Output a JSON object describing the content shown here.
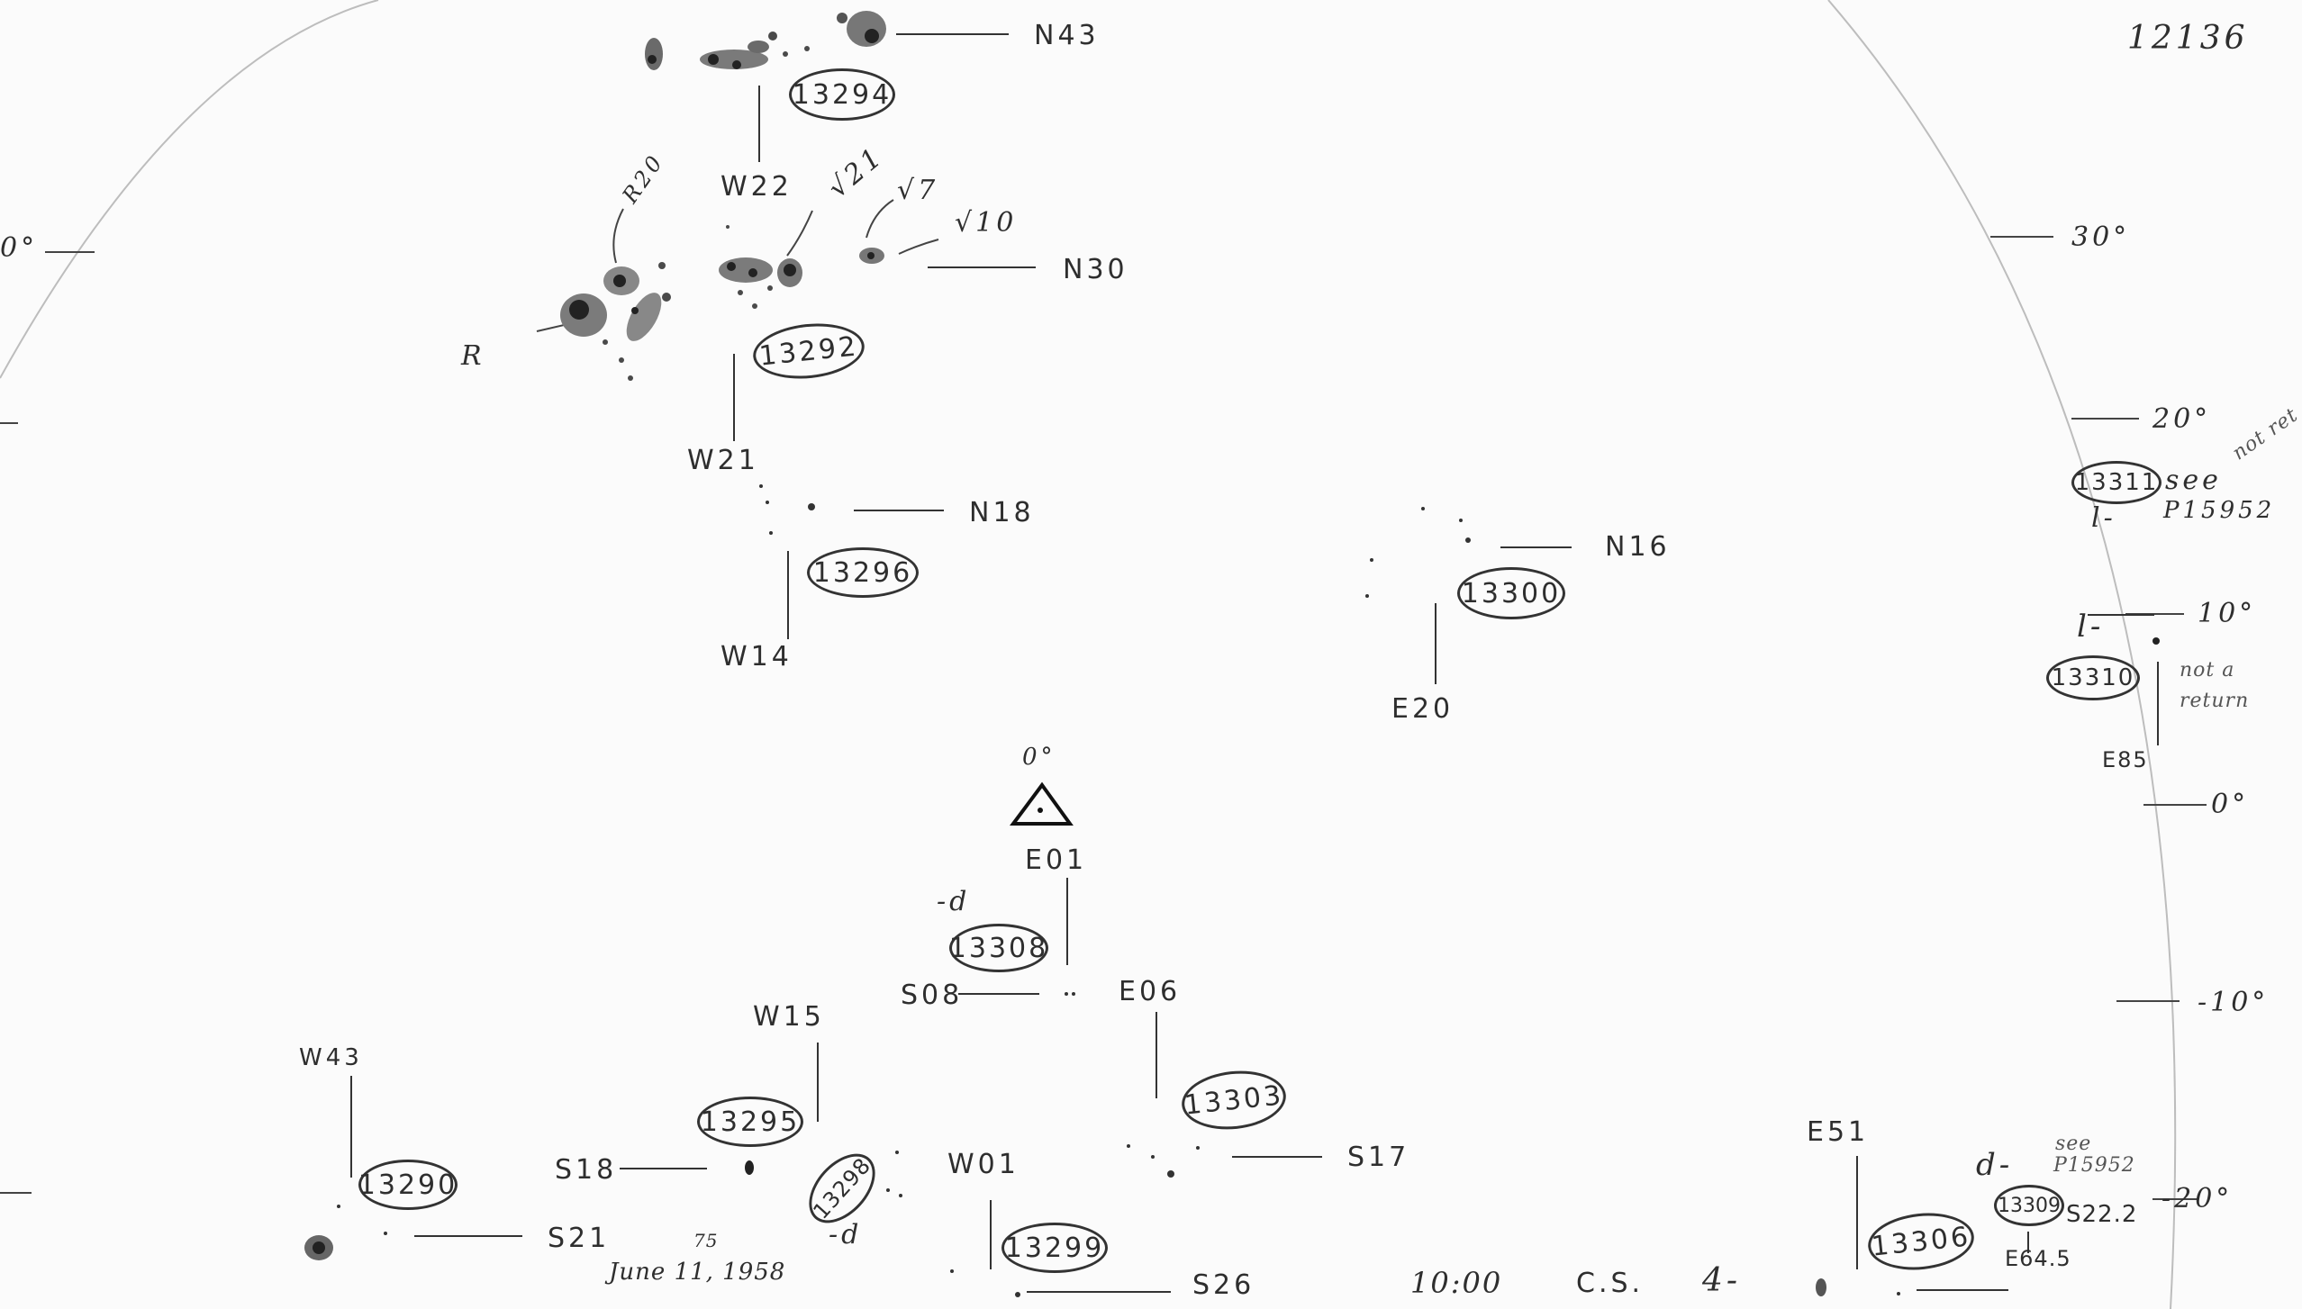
{
  "plate_number": "12136",
  "limb_scale": [
    "0°",
    "30°",
    "20°",
    "10°",
    "0°",
    "-10°",
    "-20°"
  ],
  "pole_marker": "0°",
  "center_coord": "E01",
  "spot_labels": {
    "r20": "R20",
    "r": "R",
    "v21": "√21",
    "v7": "√7",
    "v10": "√10"
  },
  "regions": [
    {
      "number": "13294",
      "lat": "N43",
      "lon": "W22"
    },
    {
      "number": "13292",
      "lat": "N30",
      "lon": "W21"
    },
    {
      "number": "13296",
      "lat": "N18",
      "lon": "W14"
    },
    {
      "number": "13300",
      "lat": "N16",
      "lon": "E20"
    },
    {
      "number": "13311"
    },
    {
      "number": "13310",
      "lon": "E85"
    },
    {
      "number": "13308",
      "lat": "S08",
      "mark": "-d"
    },
    {
      "number": "13303",
      "lat": "S17",
      "lon": "E06"
    },
    {
      "number": "13295",
      "lat": "S18",
      "lon": "W15"
    },
    {
      "number": "13290",
      "lat": "S21",
      "lon": "W43"
    },
    {
      "number": "13298",
      "mark": "-d"
    },
    {
      "number": "13299",
      "lat": "S26",
      "lon": "W01"
    },
    {
      "number": "13306",
      "lon": "E51"
    },
    {
      "number": "13309",
      "lat": "S22.2",
      "lon": "E64.5",
      "mark": "d-"
    }
  ],
  "notes": {
    "r13311_note": "see",
    "r13311_ref": "P15952",
    "r13311_mark": "l-",
    "r13311_margin": "not ret",
    "r13310_mark": "l-",
    "r13310_note": "not a return",
    "r13309_note": "see",
    "r13309_ref": "P15952"
  },
  "footer": {
    "date": "June 11, 1958",
    "date_sup": "75",
    "time": "10:00",
    "observer": "C.S.",
    "quality": "4-"
  }
}
